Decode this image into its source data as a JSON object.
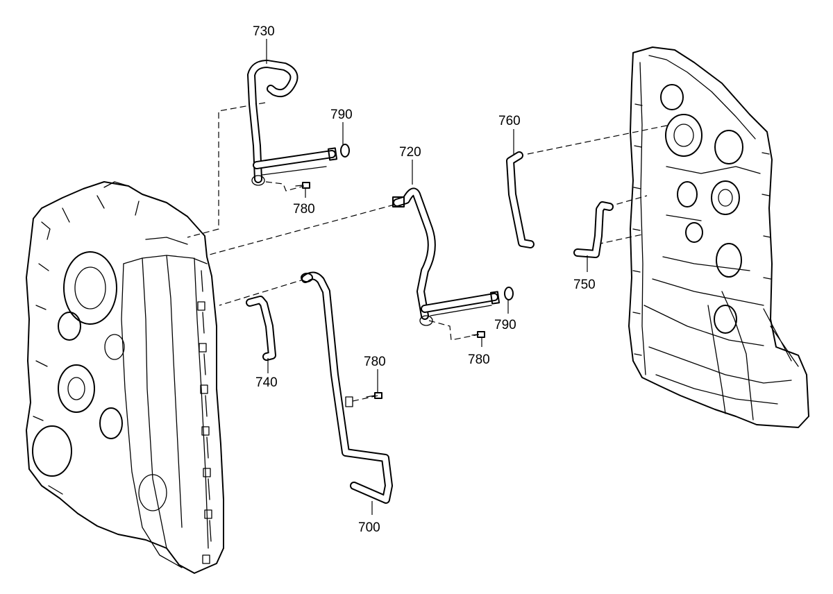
{
  "callouts": {
    "p700": "700",
    "p720": "720",
    "p730": "730",
    "p740": "740",
    "p750": "750",
    "p760": "760",
    "p780a": "780",
    "p780b": "780",
    "p780c": "780",
    "p790a": "790",
    "p790b": "790"
  }
}
